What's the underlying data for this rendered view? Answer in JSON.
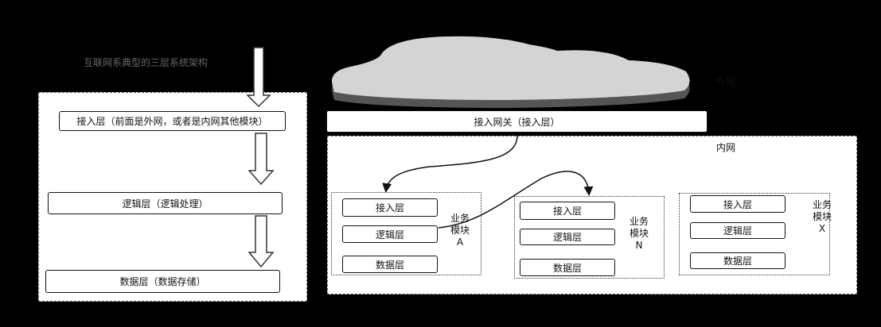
{
  "left": {
    "title": "互联网系典型的三层系统架构",
    "layers": [
      "接入层（前面是外网，或者是内网其他模块）",
      "逻辑层（逻辑处理）",
      "数据层（数据存储）"
    ]
  },
  "right": {
    "cloud_label": "外网",
    "gateway": "接入网关（接入层）",
    "intranet_label": "内网",
    "modules": [
      {
        "line1": "业务",
        "line2": "模块",
        "line3": "A",
        "layers": [
          "接入层",
          "逻辑层",
          "数据层"
        ]
      },
      {
        "line1": "业务",
        "line2": "模块",
        "line3": "N",
        "layers": [
          "接入层",
          "逻辑层",
          "数据层"
        ]
      },
      {
        "line1": "业务",
        "line2": "模块",
        "line3": "X",
        "layers": [
          "接入层",
          "逻辑层",
          "数据层"
        ]
      }
    ]
  }
}
